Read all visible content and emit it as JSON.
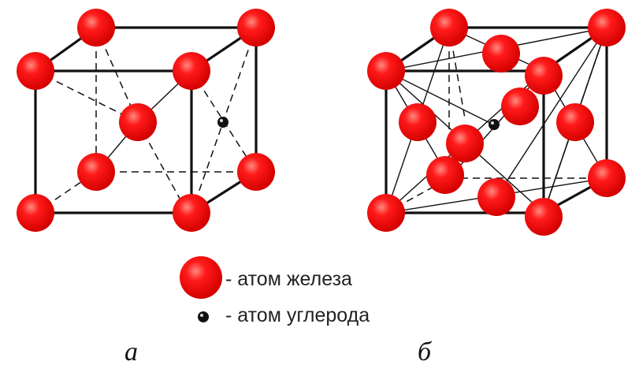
{
  "diagrams": [
    {
      "id": "a",
      "caption": "а",
      "lattice": "body-centered cubic",
      "carbon_site": "right-face"
    },
    {
      "id": "b",
      "caption": "б",
      "lattice": "face-centered cubic",
      "carbon_site": "center"
    }
  ],
  "legend": [
    {
      "symbol": "iron-atom",
      "text": "- атом железа"
    },
    {
      "symbol": "carbon-atom",
      "text": "- атом углерода"
    }
  ],
  "colors": {
    "iron": "#ee0000",
    "iron_highlight": "#ff8a80",
    "carbon": "#111111",
    "edges": "#111111"
  }
}
